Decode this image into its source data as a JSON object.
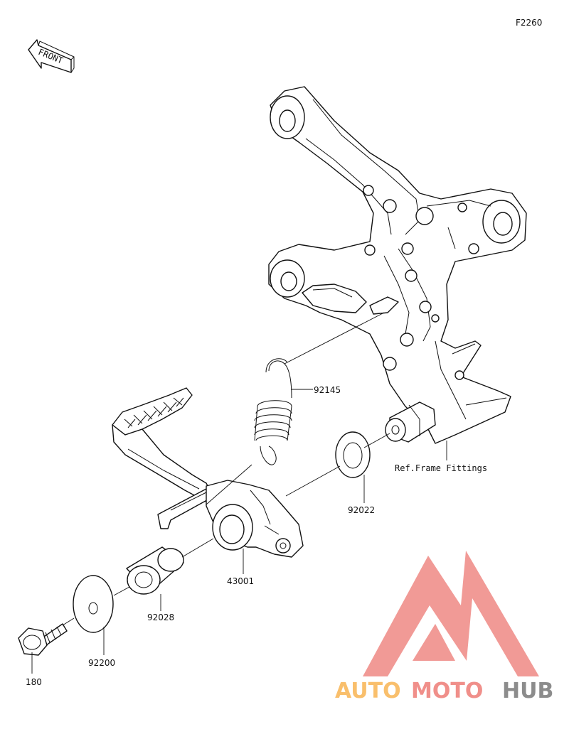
{
  "figure_code": "F2260",
  "direction_marker": {
    "text": "FRONT",
    "icon": "front-arrow-icon"
  },
  "parts": [
    {
      "number": "92145"
    },
    {
      "number": "92022"
    },
    {
      "number": "43001"
    },
    {
      "number": "92028"
    },
    {
      "number": "92200"
    },
    {
      "number": "180"
    }
  ],
  "reference_note": "Ref.Frame Fittings",
  "watermark": {
    "icon": "automotohub-logo-icon",
    "words": [
      "AUTO",
      "MOTO",
      "HUB"
    ],
    "colors": {
      "logo": "#f19a96",
      "auto": "#f9bf6c",
      "moto": "#f08f8a",
      "hub": "#8c8c8c"
    }
  }
}
